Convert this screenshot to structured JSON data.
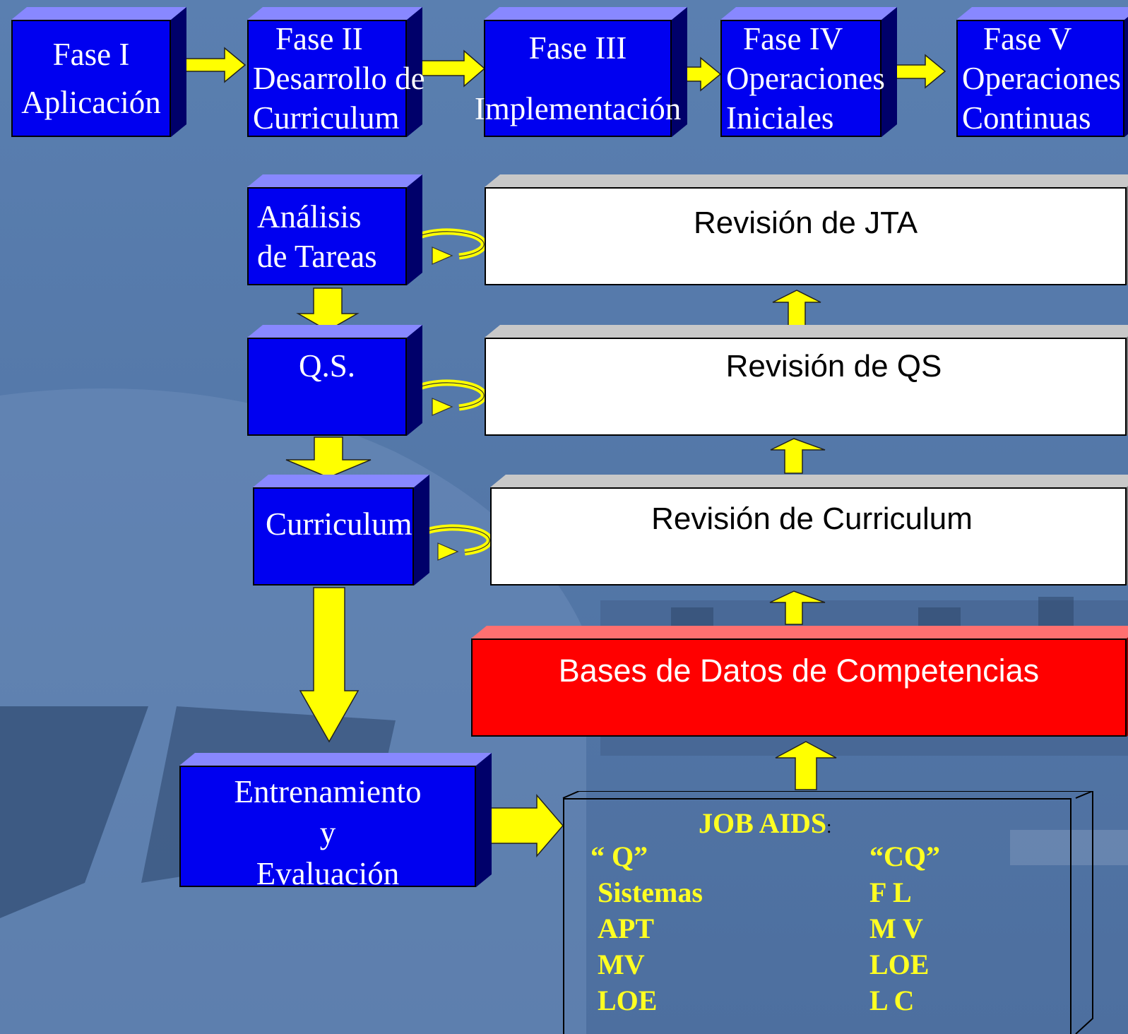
{
  "colors": {
    "background": "#5577a6",
    "box_blue": "#0000f0",
    "arrow_yellow": "#ffff00",
    "database_red": "#ff0000",
    "job_aids_text": "#ffff22"
  },
  "phases": [
    {
      "lines": [
        "Fase I",
        "Aplicación"
      ]
    },
    {
      "lines": [
        "Fase II",
        "Desarrollo de",
        "Curriculum"
      ]
    },
    {
      "lines": [
        "Fase III",
        "Implementación"
      ]
    },
    {
      "lines": [
        "Fase IV",
        "Operaciones",
        "Iniciales"
      ]
    },
    {
      "lines": [
        "Fase V",
        "Operaciones",
        "Continuas"
      ]
    }
  ],
  "process": {
    "task_analysis": {
      "lines": [
        "Análisis",
        "de Tareas"
      ]
    },
    "qs": {
      "label": "Q.S."
    },
    "curriculum": {
      "label": "Curriculum"
    },
    "training": {
      "lines": [
        "Entrenamiento",
        "y",
        "Evaluación"
      ]
    }
  },
  "reviews": {
    "jta": "Revisión de JTA",
    "qs": "Revisión de QS",
    "curriculum": "Revisión de Curriculum"
  },
  "database": {
    "label": "Bases de Datos de Competencias"
  },
  "job_aids": {
    "title": "JOB  AIDS",
    "colon": ":",
    "left": [
      "“ Q”",
      "Sistemas",
      "APT",
      "MV",
      "LOE"
    ],
    "right": [
      "“CQ”",
      "F L",
      "M V",
      "LOE",
      "L C"
    ]
  }
}
